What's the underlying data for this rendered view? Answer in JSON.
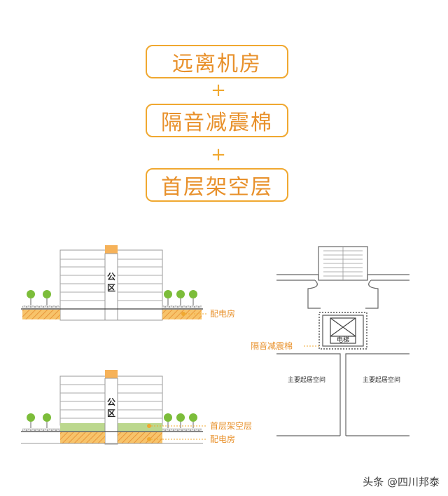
{
  "steps": [
    {
      "label": "远离机房"
    },
    {
      "label": "隔音减震棉"
    },
    {
      "label": "首层架空层"
    }
  ],
  "plus": "+",
  "diagram_top": {
    "core_label_1": "公",
    "core_label_2": "区",
    "machine_room_label": "配电房"
  },
  "diagram_bottom": {
    "core_label_1": "公",
    "core_label_2": "区",
    "stilt_floor_label": "首层架空层",
    "machine_room_label": "配电房"
  },
  "plan": {
    "elevator_label": "电梯",
    "insulation_label": "隔音减震棉",
    "room_left_label": "主要起居空间",
    "room_right_label": "主要起居空间"
  },
  "watermark": "头条 @四川邦泰",
  "colors": {
    "accent": "#f0a830",
    "accent_text": "#e8902a",
    "tree_green": "#7cbd3a",
    "stilt_green": "#bcd88e",
    "ground_hatch": "#f3b24a"
  }
}
